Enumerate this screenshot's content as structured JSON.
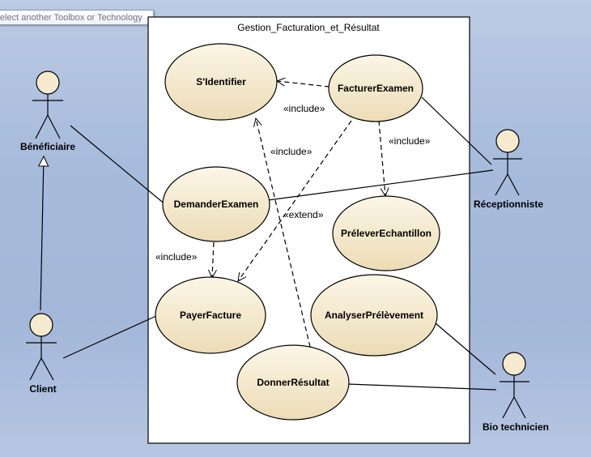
{
  "toolbox_hint": "elect another Toolbox or Technology",
  "colors": {
    "usecase_fill_top": "#fcf6e6",
    "usecase_fill_bottom": "#ecdcb6",
    "actor_fill": "#f5e9cf",
    "boundary_fill": "#ffffff",
    "line": "#000000"
  },
  "system": {
    "name": "Gestion_Facturation_et_Résultat"
  },
  "usecases": [
    {
      "id": "sidentifier",
      "label": "S'Identifier"
    },
    {
      "id": "facturer",
      "label": "FacturerExamen"
    },
    {
      "id": "demander",
      "label": "DemanderExamen"
    },
    {
      "id": "prelever",
      "label": "PréleverEchantillon"
    },
    {
      "id": "payer",
      "label": "PayerFacture"
    },
    {
      "id": "analyser",
      "label": "AnalyserPrélèvement"
    },
    {
      "id": "donner",
      "label": "DonnerRésultat"
    }
  ],
  "actors": [
    {
      "id": "beneficiaire",
      "label": "Bénéficiaire"
    },
    {
      "id": "client",
      "label": "Client"
    },
    {
      "id": "receptionniste",
      "label": "Réceptionniste"
    },
    {
      "id": "biotech",
      "label": "Bio technicien"
    }
  ],
  "relations": [
    {
      "id": "inc-facturer-sidentifier",
      "label": "«include»"
    },
    {
      "id": "inc-facturer-prelever",
      "label": "«include»"
    },
    {
      "id": "inc-facturer-payer",
      "label": "«include»"
    },
    {
      "id": "inc-demander-payer",
      "label": "«include»"
    },
    {
      "id": "ext-donner-sidentifier",
      "label": "«extend»"
    }
  ]
}
